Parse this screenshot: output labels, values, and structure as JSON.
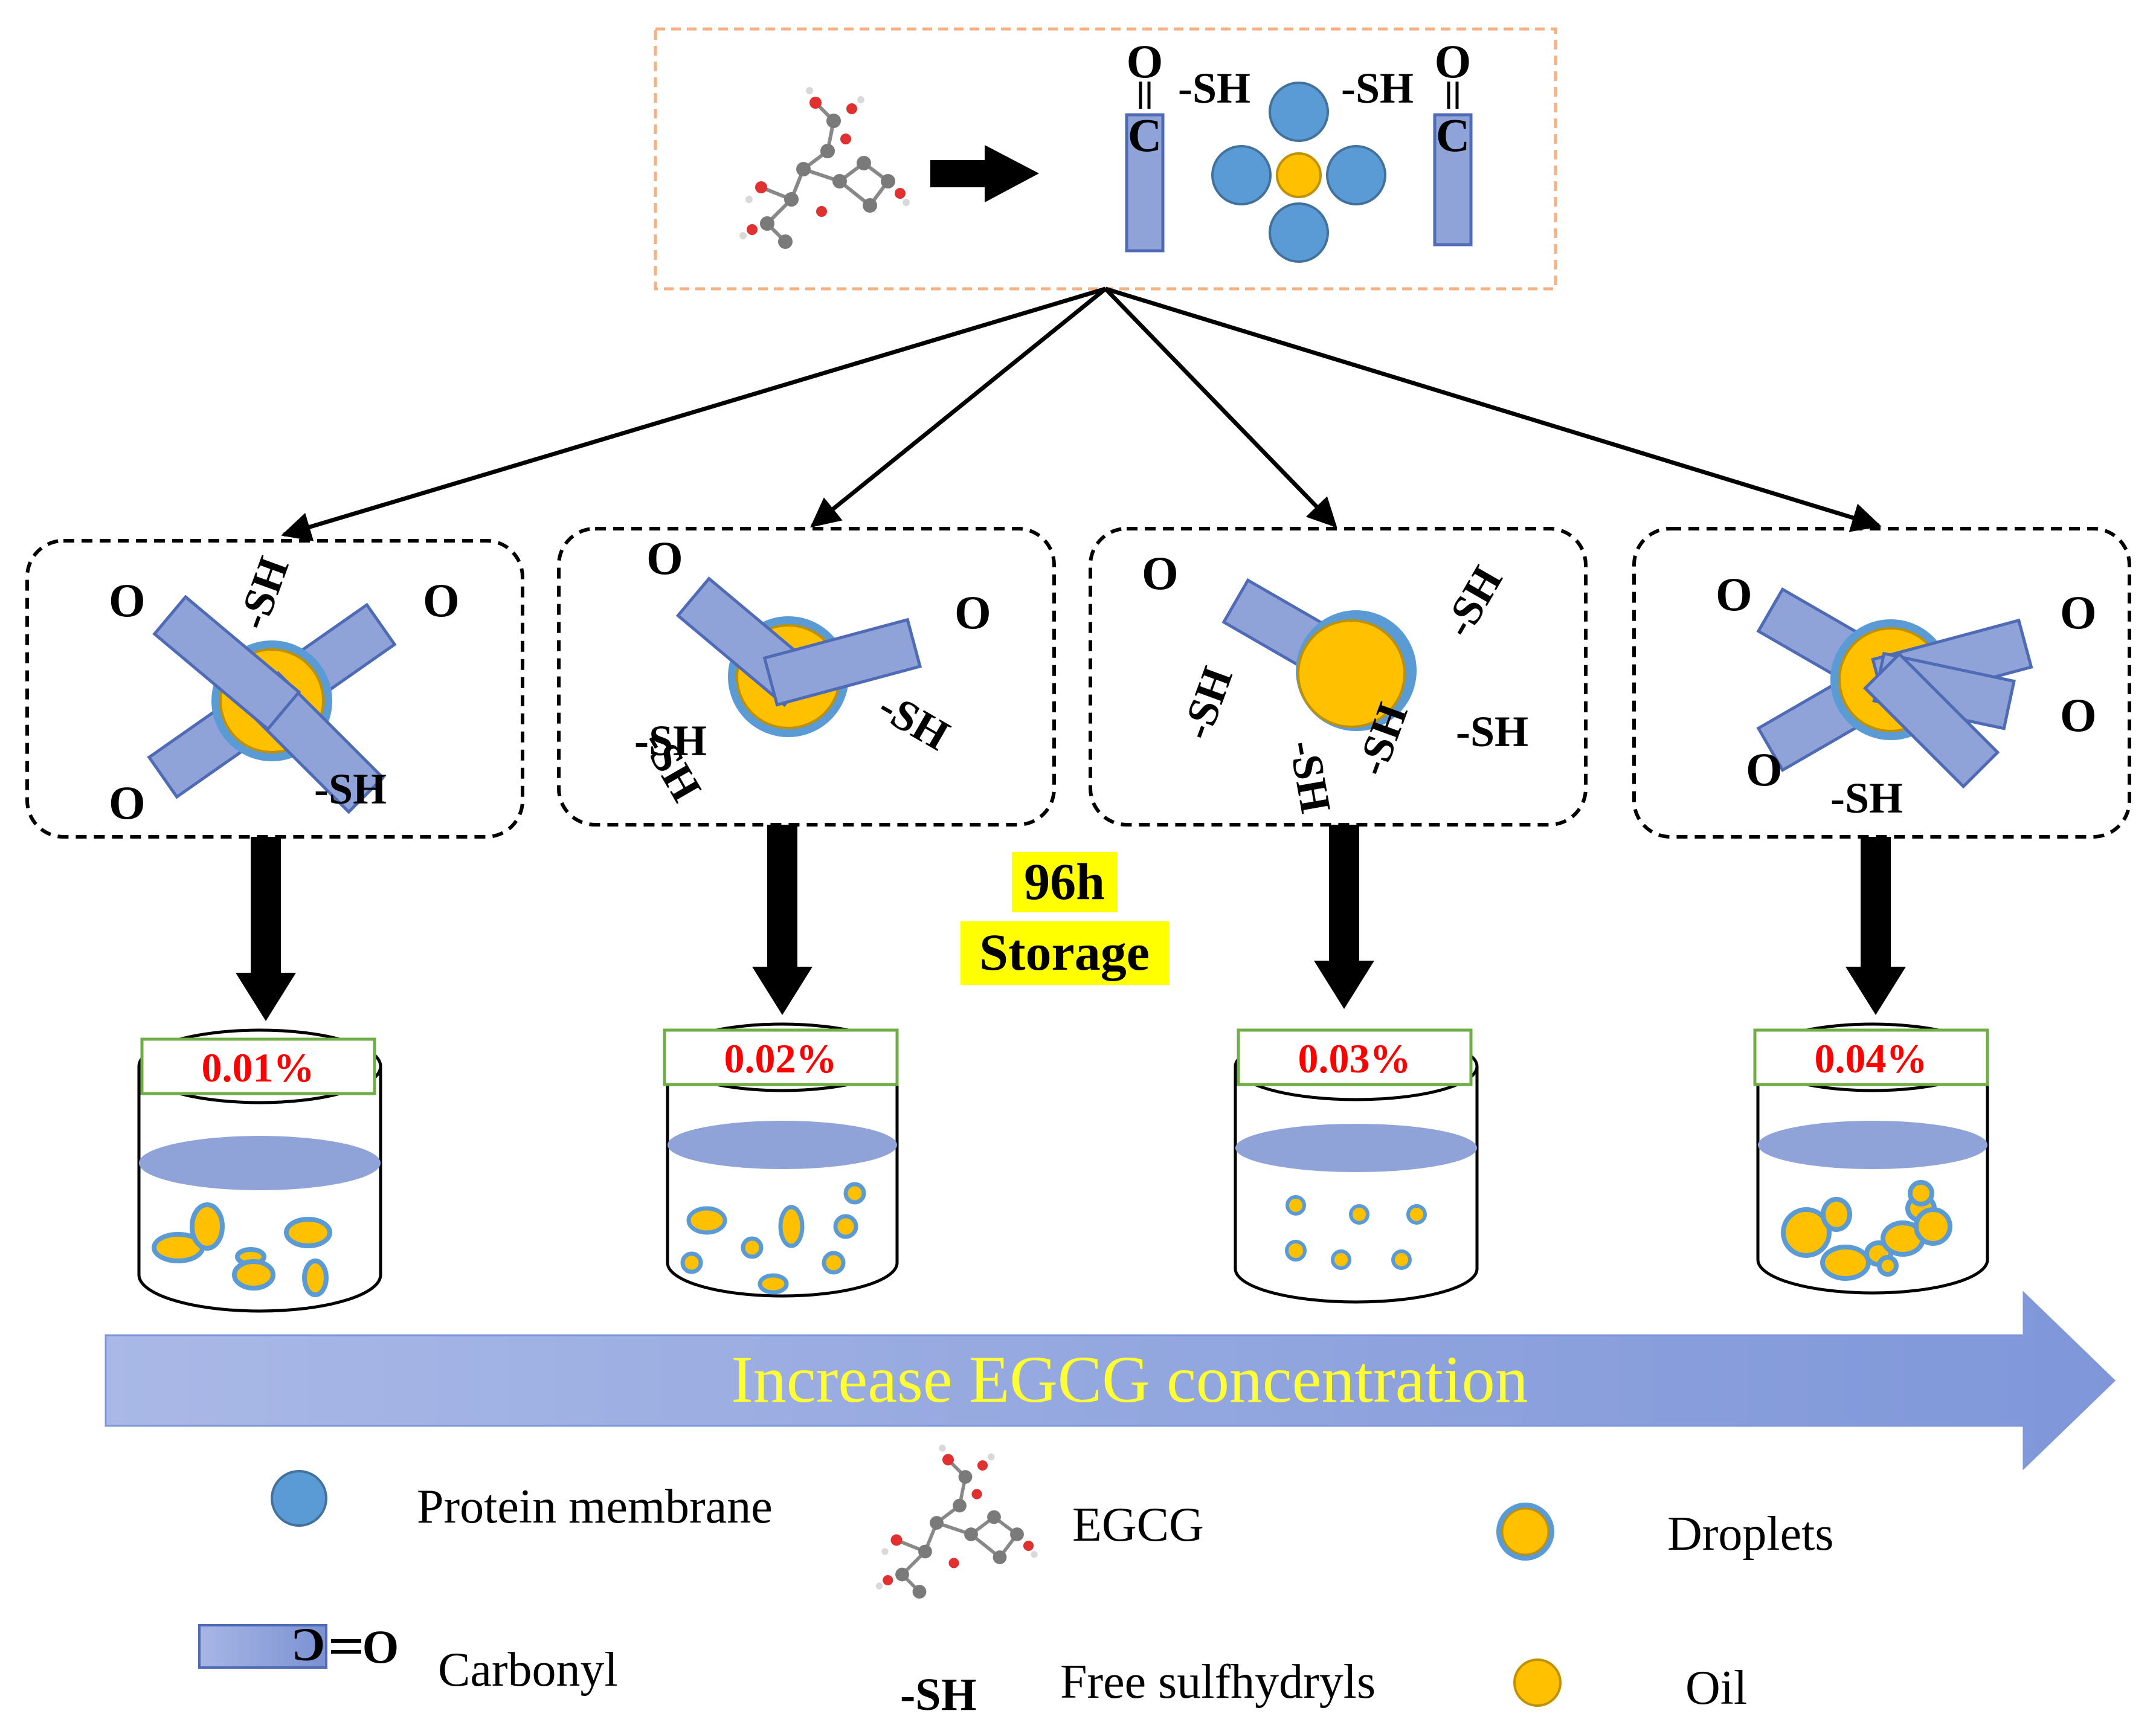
{
  "labels": {
    "sh": "-SH",
    "oxygen": "O",
    "carbon": "C",
    "storage_time": "96h",
    "storage": "Storage",
    "banner": "Increase EGCG concentration"
  },
  "beakers": [
    {
      "label": "0.01%"
    },
    {
      "label": "0.02%"
    },
    {
      "label": "0.03%"
    },
    {
      "label": "0.04%"
    }
  ],
  "legend": {
    "protein_membrane": "Protein membrane",
    "egcg": "EGCG",
    "droplets": "Droplets",
    "carbonyl": "Carbonyl",
    "sh_symbol": "-SH",
    "free_sulfhydryls": "Free sulfhydryls",
    "oil": "Oil"
  },
  "colors": {
    "protein": "#5b9bd5",
    "protein_stroke": "#41719c",
    "oil": "#ffc000",
    "oil_stroke": "#bf9000",
    "carbonyl_fill": "#8fa3d9",
    "carbonyl_stroke": "#4f6bb5",
    "top_box_border": "#f4b183",
    "pct_box_border": "#70ad47",
    "highlight": "#ffff00",
    "banner_text": "#ffff33"
  }
}
